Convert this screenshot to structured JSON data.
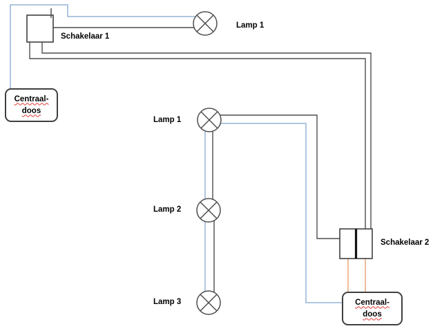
{
  "diagram": {
    "type": "electrical-wiring-diagram",
    "components": {
      "schakelaar1": {
        "label": "Schakelaar 1"
      },
      "schakelaar2": {
        "label": "Schakelaar 2"
      },
      "lamp1_top": {
        "label": "Lamp 1"
      },
      "lamp1_mid": {
        "label": "Lamp 1"
      },
      "lamp2": {
        "label": "Lamp 2"
      },
      "lamp3": {
        "label": "Lamp 3"
      },
      "centraaldoos_left": {
        "line1": "Centraal-",
        "line2": "doos"
      },
      "centraaldoos_right": {
        "line1": "Centraal-",
        "line2": "doos"
      }
    },
    "colors": {
      "wire_dark": "#4d4d4d",
      "wire_blue": "#95b3d7",
      "wire_orange": "#eeab7e",
      "box_border": "#3f3f3f",
      "switch_divider": "#121212",
      "spellcheck_underline": "#e03733",
      "text": "#000000",
      "background": "#ffffff"
    }
  }
}
